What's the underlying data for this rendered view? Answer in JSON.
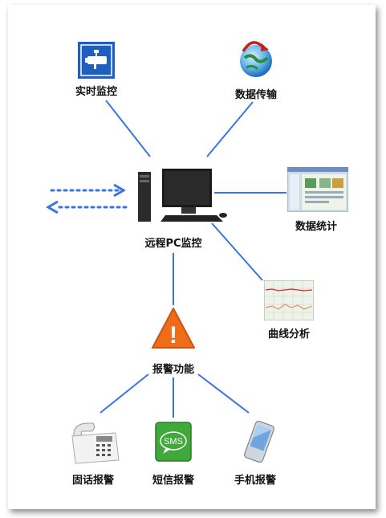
{
  "nodes": {
    "realtime_monitoring": "实时监控",
    "data_transmission": "数据传输",
    "remote_pc_monitoring": "远程PC监控",
    "data_statistics": "数据统计",
    "curve_analysis": "曲线分析",
    "alarm_function": "报警功能",
    "landline_alarm": "固话报警",
    "sms_alarm": "短信报警",
    "mobile_alarm": "手机报警"
  },
  "icons": {
    "sms_glyph": "SMS",
    "warning_glyph": "!"
  },
  "colors": {
    "line": "#3a74e0",
    "sign_blue": "#1f5fbf",
    "warning_orange": "#ef6d1a",
    "sms_green": "#41a83b"
  }
}
